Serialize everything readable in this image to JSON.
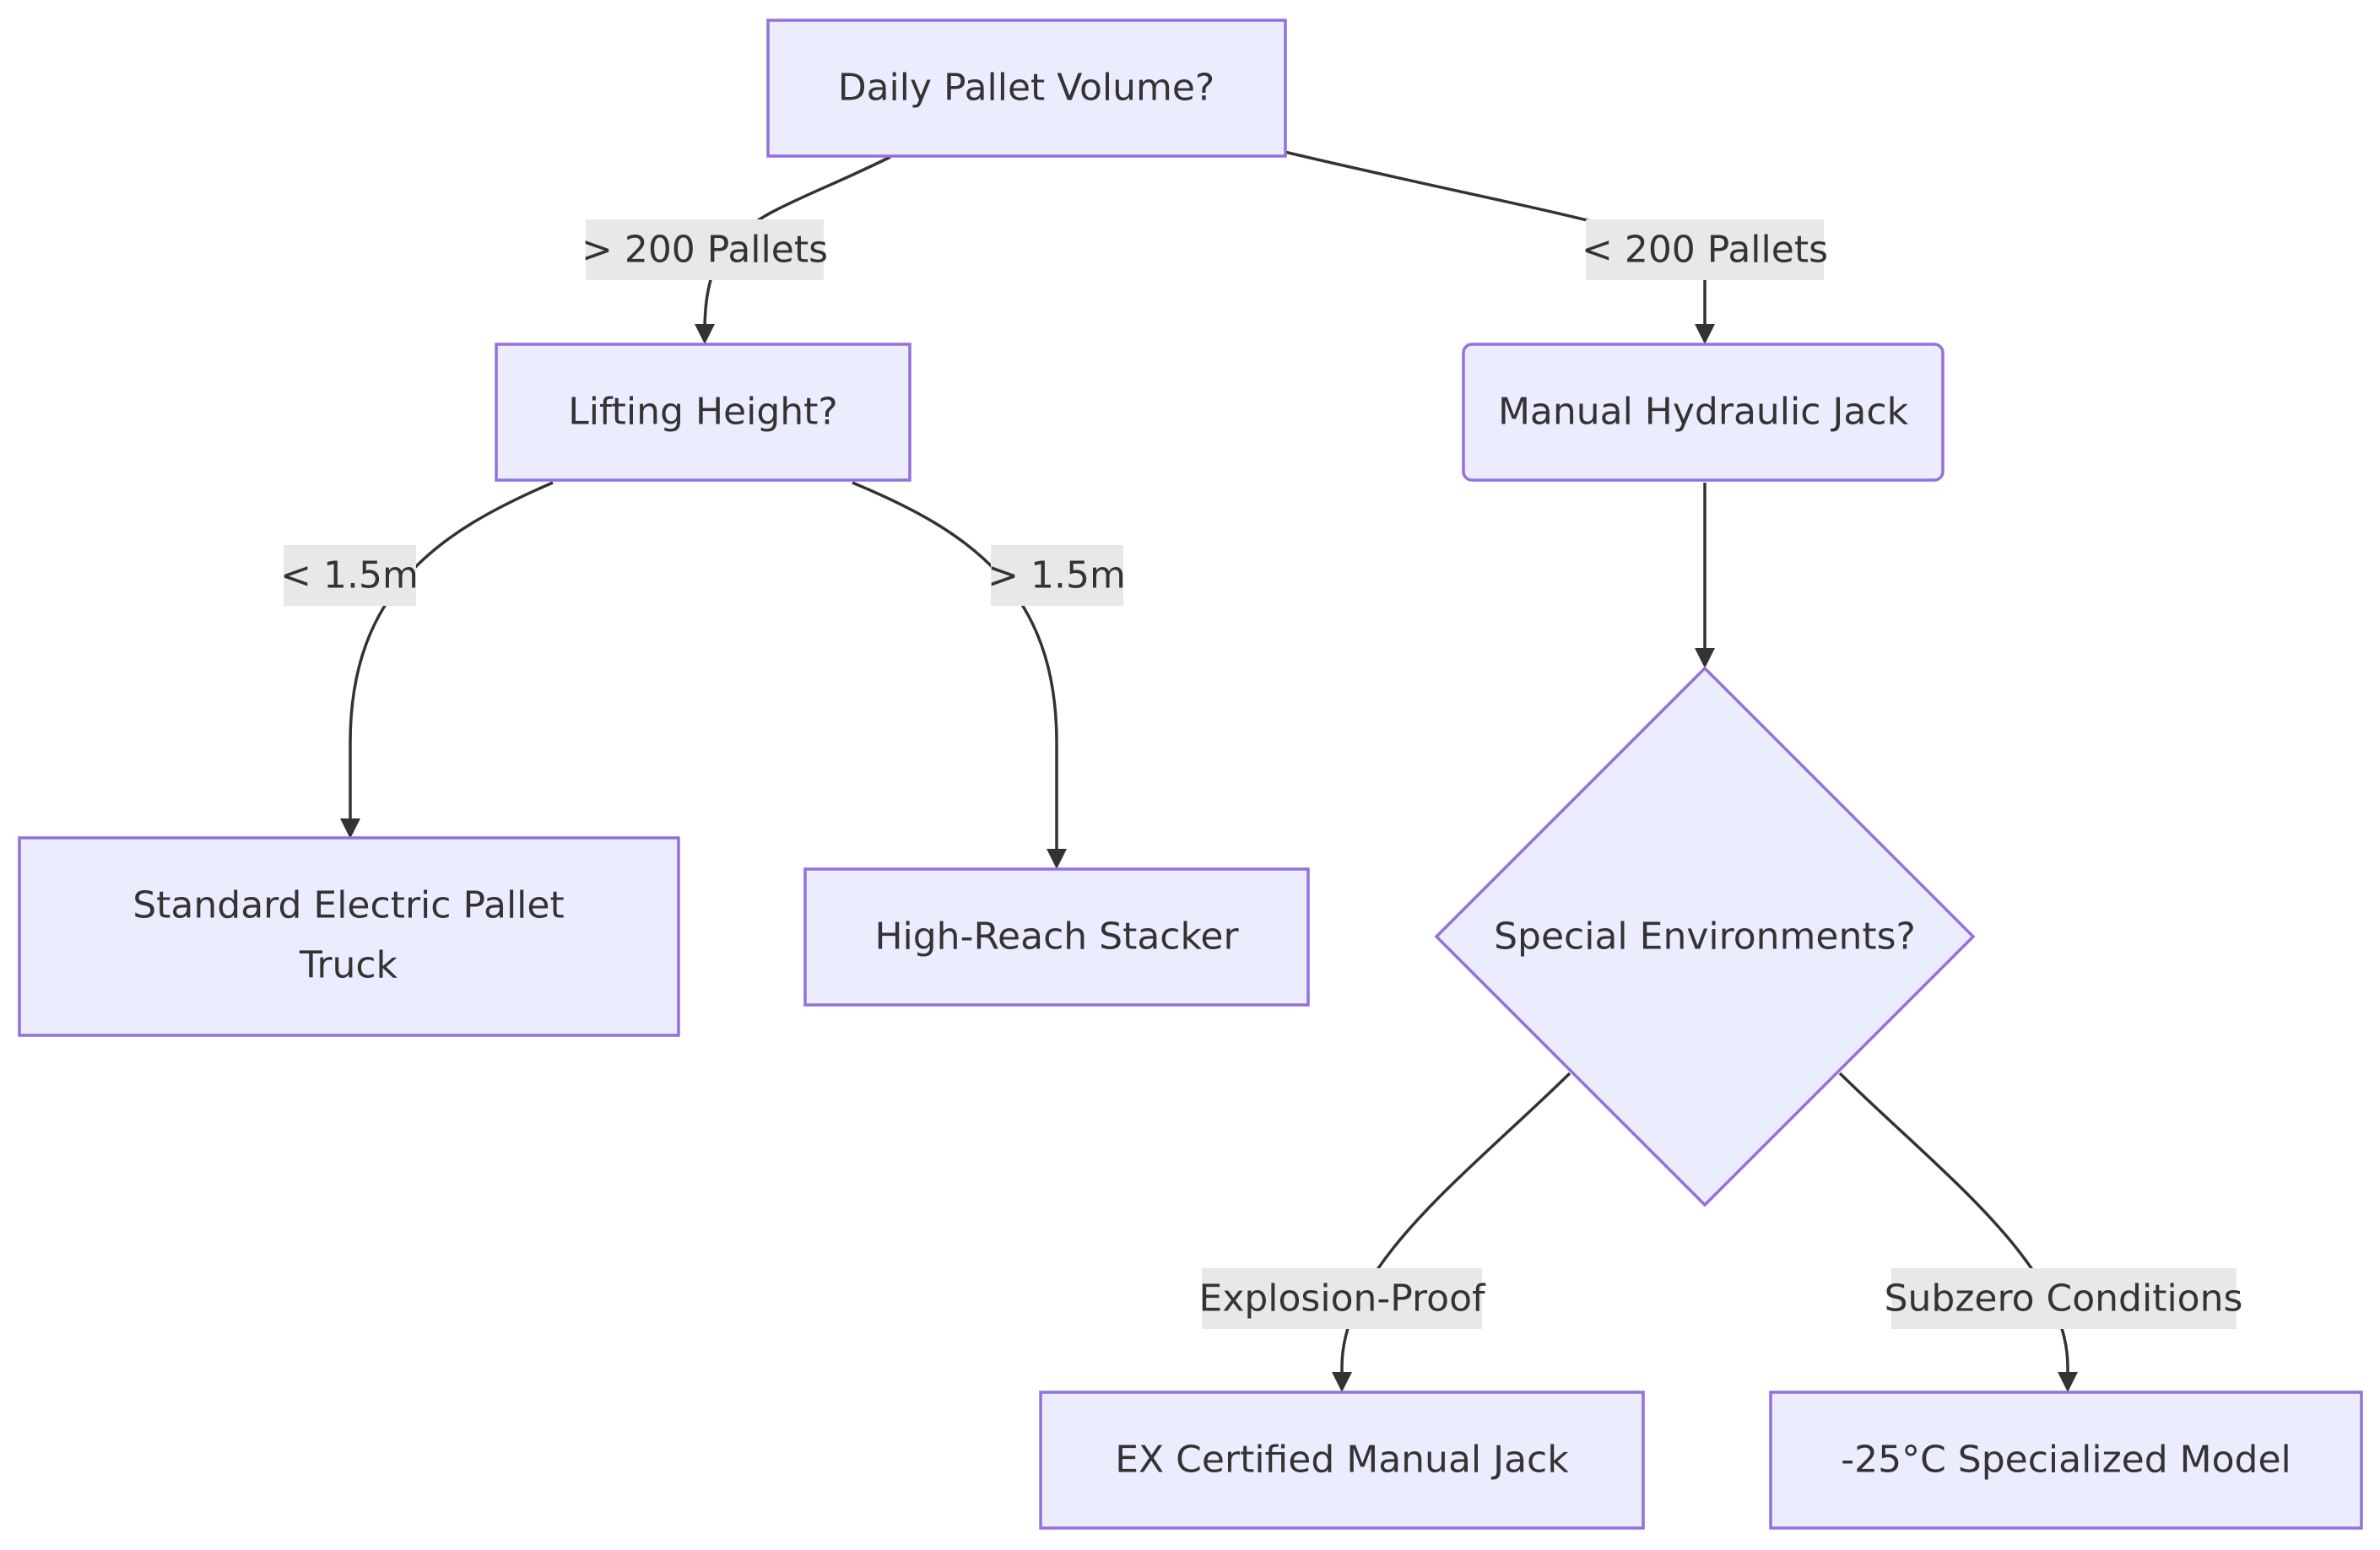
{
  "nodes": {
    "daily_volume": "Daily Pallet Volume?",
    "lifting_height": "Lifting Height?",
    "manual_jack": "Manual Hydraulic Jack",
    "standard_truck_line1": "Standard Electric Pallet",
    "standard_truck_line2": "Truck",
    "high_reach": "High-Reach Stacker",
    "special_env": "Special Environments?",
    "ex_certified": "EX Certified Manual Jack",
    "subzero_model": "-25°C Specialized Model"
  },
  "edges": {
    "gt_200": "> 200 Pallets",
    "lt_200": "< 200 Pallets",
    "lt_15": "< 1.5m",
    "gt_15": "> 1.5m",
    "explosion": "Explosion-Proof",
    "subzero": "Subzero Conditions"
  },
  "colors": {
    "node_fill": "#ECECFF",
    "node_stroke": "#9370DB",
    "edge_stroke": "#333333",
    "label_bg": "#E8E8E8",
    "text": "#333333"
  }
}
